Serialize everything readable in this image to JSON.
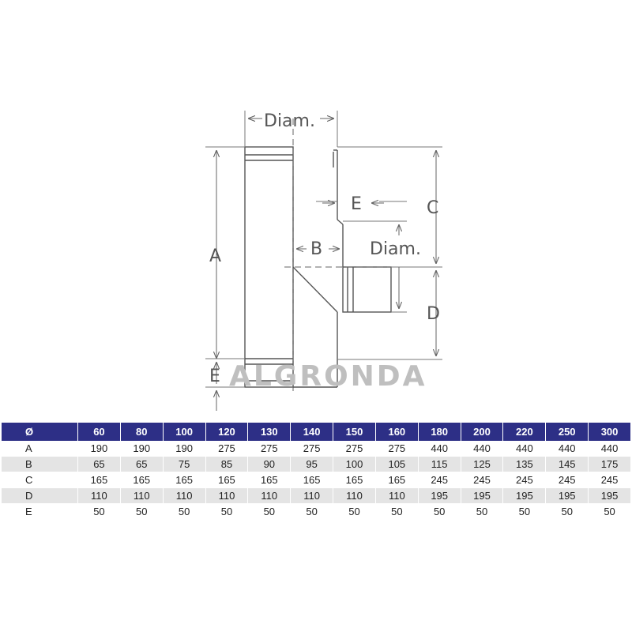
{
  "drawing": {
    "labels": {
      "diam_top": "Diam.",
      "diam_side": "Diam.",
      "a": "A",
      "b": "B",
      "c": "C",
      "d": "D",
      "e_top": "E",
      "e_bottom": "E"
    },
    "watermark": "ALGRONDA",
    "line_color": "#555555",
    "watermark_color": "#bfbfbf"
  },
  "table": {
    "header_color": "#2d2f86",
    "stripe_color": "#e4e4e4",
    "corner": "Ø",
    "columns": [
      "60",
      "80",
      "100",
      "120",
      "130",
      "140",
      "150",
      "160",
      "180",
      "200",
      "220",
      "250",
      "300"
    ],
    "rows": [
      {
        "label": "A",
        "values": [
          "190",
          "190",
          "190",
          "275",
          "275",
          "275",
          "275",
          "275",
          "440",
          "440",
          "440",
          "440",
          "440"
        ]
      },
      {
        "label": "B",
        "values": [
          "65",
          "65",
          "75",
          "85",
          "90",
          "95",
          "100",
          "105",
          "115",
          "125",
          "135",
          "145",
          "175"
        ]
      },
      {
        "label": "C",
        "values": [
          "165",
          "165",
          "165",
          "165",
          "165",
          "165",
          "165",
          "165",
          "245",
          "245",
          "245",
          "245",
          "245"
        ]
      },
      {
        "label": "D",
        "values": [
          "110",
          "110",
          "110",
          "110",
          "110",
          "110",
          "110",
          "110",
          "195",
          "195",
          "195",
          "195",
          "195"
        ]
      },
      {
        "label": "E",
        "values": [
          "50",
          "50",
          "50",
          "50",
          "50",
          "50",
          "50",
          "50",
          "50",
          "50",
          "50",
          "50",
          "50"
        ]
      }
    ]
  }
}
